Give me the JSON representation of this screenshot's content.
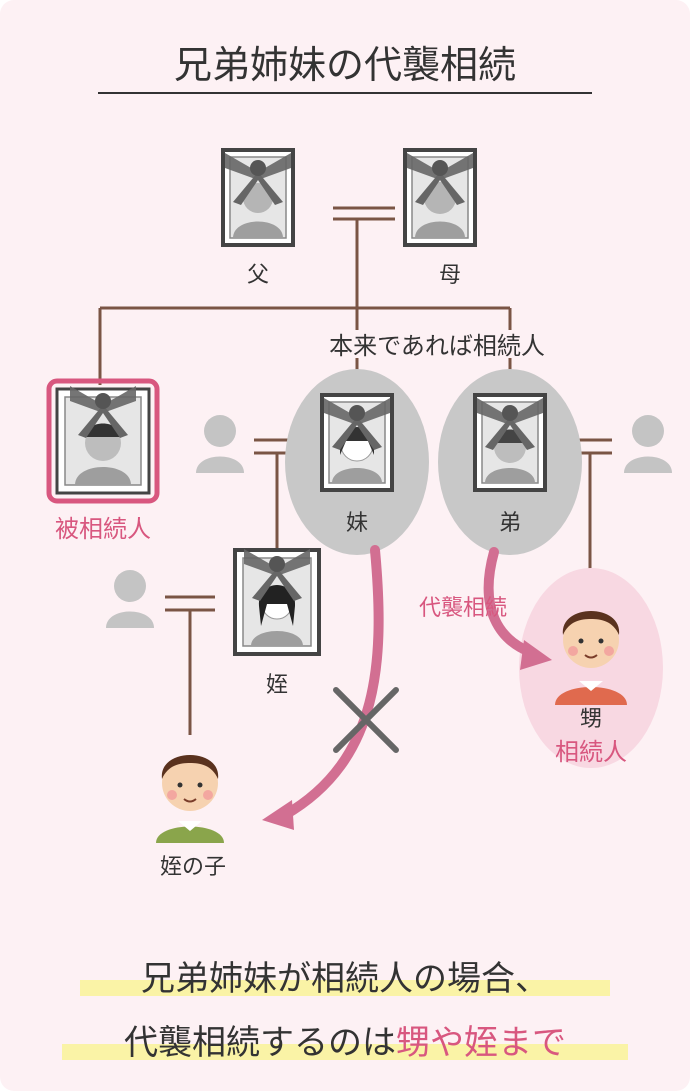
{
  "title": "兄弟姉妹の代襲相続",
  "labels": {
    "father": "父",
    "mother": "母",
    "would_be_heirs": "本来であれば相続人",
    "decedent": "被相続人",
    "younger_sister": "妹",
    "younger_brother": "弟",
    "niece": "姪",
    "nephew": "甥",
    "nephew_heir": "相続人",
    "niece_child": "姪の子",
    "representation_arrow": "代襲相続"
  },
  "caption": {
    "line1": "兄弟姉妹が相続人の場合、",
    "line2_prefix": "代襲相続するのは",
    "line2_highlight": "甥や姪まで"
  },
  "colors": {
    "background": "#fdf1f4",
    "pink_accent": "#d8577f",
    "line_brown": "#7a5545",
    "bubble_gray": "#c8c8c8",
    "bubble_pink": "#f8d8e2",
    "highlight_yellow": "#faf3a6",
    "text_dark": "#333333"
  }
}
